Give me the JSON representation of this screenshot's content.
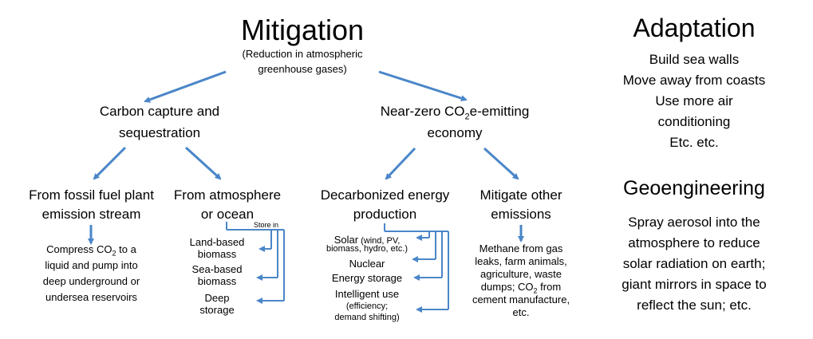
{
  "mitigation": {
    "title": "Mitigation",
    "subtitle_1": "(Reduction in atmospheric",
    "subtitle_2": "greenhouse gases)"
  },
  "ccs": {
    "title_1": "Carbon capture and",
    "title_2": "sequestration",
    "fossil": {
      "title_1": "From fossil fuel plant",
      "title_2": "emission stream",
      "detail_1_pre": "Compress CO",
      "detail_1_sub": "2",
      "detail_1_post": " to a",
      "detail_2": "liquid and pump into",
      "detail_3": "deep underground or",
      "detail_4": "undersea reservoirs"
    },
    "atmosphere": {
      "title_1": "From atmosphere",
      "title_2": "or ocean",
      "store_in": "Store in",
      "item_1a": "Land-based",
      "item_1b": "biomass",
      "item_2a": "Sea-based",
      "item_2b": "biomass",
      "item_3a": "Deep",
      "item_3b": "storage"
    }
  },
  "nearzero": {
    "title_1_pre": "Near-zero CO",
    "title_1_sub": "2",
    "title_1_post": "e-emitting",
    "title_2": "economy",
    "decarb": {
      "title_1": "Decarbonized energy",
      "title_2": "production",
      "solar_main": "Solar",
      "solar_detail_1": " (wind, PV,",
      "solar_detail_2": "biomass, hydro, etc.)",
      "nuclear": "Nuclear",
      "storage": "Energy storage",
      "intelligent": "Intelligent use",
      "intelligent_detail_1": "(efficiency;",
      "intelligent_detail_2": "demand shifting)"
    },
    "other": {
      "title_1": "Mitigate other",
      "title_2": "emissions",
      "detail_1": "Methane from gas",
      "detail_2": "leaks, farm animals,",
      "detail_3": "agriculture, waste",
      "detail_4_pre": "dumps; CO",
      "detail_4_sub": "2",
      "detail_4_post": " from",
      "detail_5": "cement manufacture,",
      "detail_6": "etc."
    }
  },
  "adaptation": {
    "title": "Adaptation",
    "item_1": "Build sea walls",
    "item_2": "Move away from coasts",
    "item_3": "Use more air",
    "item_4": "conditioning",
    "item_5": "Etc. etc."
  },
  "geo": {
    "title": "Geoengineering",
    "line_1": "Spray aerosol into the",
    "line_2": "atmosphere to reduce",
    "line_3": "solar radiation on earth;",
    "line_4": "giant mirrors in space to",
    "line_5": "reflect the sun; etc."
  },
  "colors": {
    "arrow": "#4a86c8",
    "text": "#000000",
    "background": "#ffffff"
  }
}
